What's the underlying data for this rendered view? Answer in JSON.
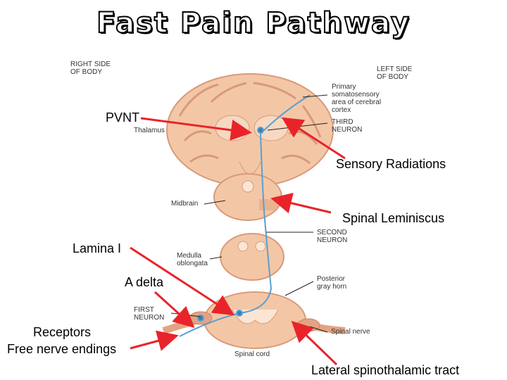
{
  "title": "Fast Pain Pathway",
  "figure_labels": {
    "right_side": "RIGHT SIDE\nOF BODY",
    "left_side": "LEFT SIDE\nOF BODY",
    "primary": "Primary\nsomatosensory\narea of cerebral\ncortex",
    "third_neuron": "THIRD\nNEURON",
    "thalamus": "Thalamus",
    "midbrain": "Midbrain",
    "second_neuron": "SECOND\nNEURON",
    "medulla": "Medulla\noblongata",
    "posterior_gray_horn": "Posterior\ngray horn",
    "first_neuron": "FIRST\nNEURON",
    "spinal_nerve": "Spinal nerve",
    "spinal_cord": "Spinal cord"
  },
  "annotations": {
    "pvnt": "PVNT",
    "sensory_radiations": "Sensory Radiations",
    "spinal_leminiscus": "Spinal Leminiscus",
    "lamina_i": "Lamina I",
    "a_delta": "A delta",
    "receptors": "Receptors",
    "free_nerve_endings": "Free nerve endings",
    "lateral_spinothalamic": "Lateral  spinothalamic tract"
  },
  "colors": {
    "arrow": "#e8242a",
    "tissue": "#f3c7a6",
    "tissue_dark": "#e3a382",
    "pathway": "#5b9fd0"
  }
}
